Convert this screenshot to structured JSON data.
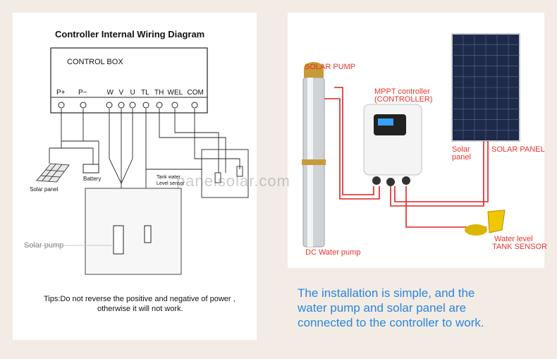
{
  "colors": {
    "background": "#f3ece4",
    "panel": "#ffffff",
    "label_red": "#e8322b",
    "caption_blue": "#2a86e0",
    "wire_red": "#e02020",
    "line": "#222222"
  },
  "wiring": {
    "title": "Controller Internal Wiring Diagram",
    "control_box": "CONTROL BOX",
    "terminals": [
      "P+",
      "P−",
      "W",
      "V",
      "U",
      "TL",
      "TH",
      "WEL",
      "COM"
    ],
    "solar_panel_label": "Solar panel",
    "battery_label": "Battery",
    "tank_label": "Tank water",
    "level_sensor_label": "Level sensor",
    "pump_label": "Solar pump",
    "tips_line1": "Tips:Do not reverse the positive and negative of power ,",
    "tips_line2": "otherwise it will not work."
  },
  "photo": {
    "solar_pump": "SOLAR PUMP",
    "mppt_line1": "MPPT controller",
    "mppt_line2": "(CONTROLLER)",
    "solar_panel_small_1": "Solar",
    "solar_panel_small_2": "panel",
    "solar_panel_big": "SOLAR PANEL",
    "dc_pump": "DC Water pump",
    "water_level": "Water level",
    "tank_sensor": "TANK SENSOR"
  },
  "watermark": "panelsolar.com",
  "caption": {
    "line1": "The installation is simple, and the",
    "line2": "water pump and solar panel are",
    "line3": "connected to the controller to work."
  }
}
